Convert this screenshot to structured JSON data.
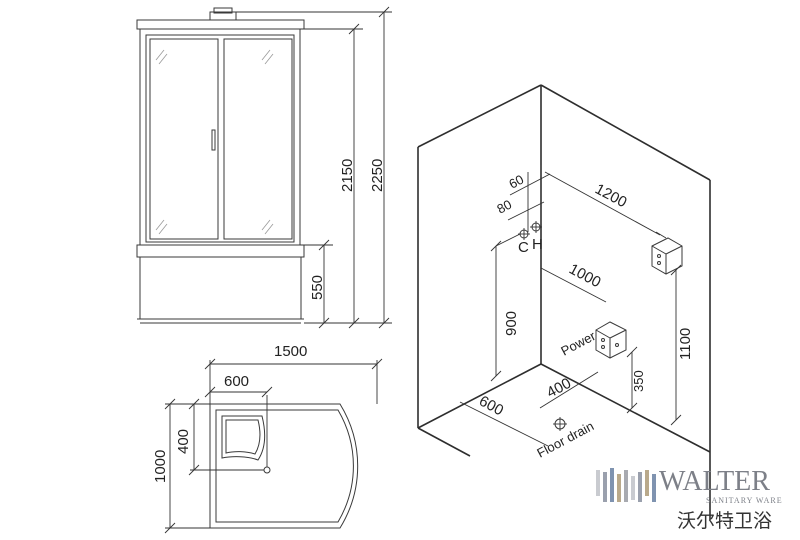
{
  "front_view": {
    "height_total": "2250",
    "height_cabin": "2150",
    "height_base": "550"
  },
  "plan_view": {
    "width": "1500",
    "depth": "1000",
    "offset_x": "600",
    "offset_y": "400"
  },
  "room_view": {
    "dim_60": "60",
    "dim_80": "80",
    "dim_1200": "1200",
    "dim_1000": "1000",
    "dim_900": "900",
    "dim_1100": "1100",
    "dim_350": "350",
    "dim_400": "400",
    "dim_600": "600",
    "cold_label": "C",
    "hot_label": "H",
    "power_label": "Power",
    "floor_drain_label": "Floor drain"
  },
  "brand": {
    "name": "WALTER",
    "tagline": "SANITARY WARE",
    "chinese_name": "沃尔特卫浴",
    "logo_colors": [
      "#c9cbd0",
      "#9aa0ad",
      "#7f93b0",
      "#b9a98b",
      "#a8aab0"
    ]
  }
}
